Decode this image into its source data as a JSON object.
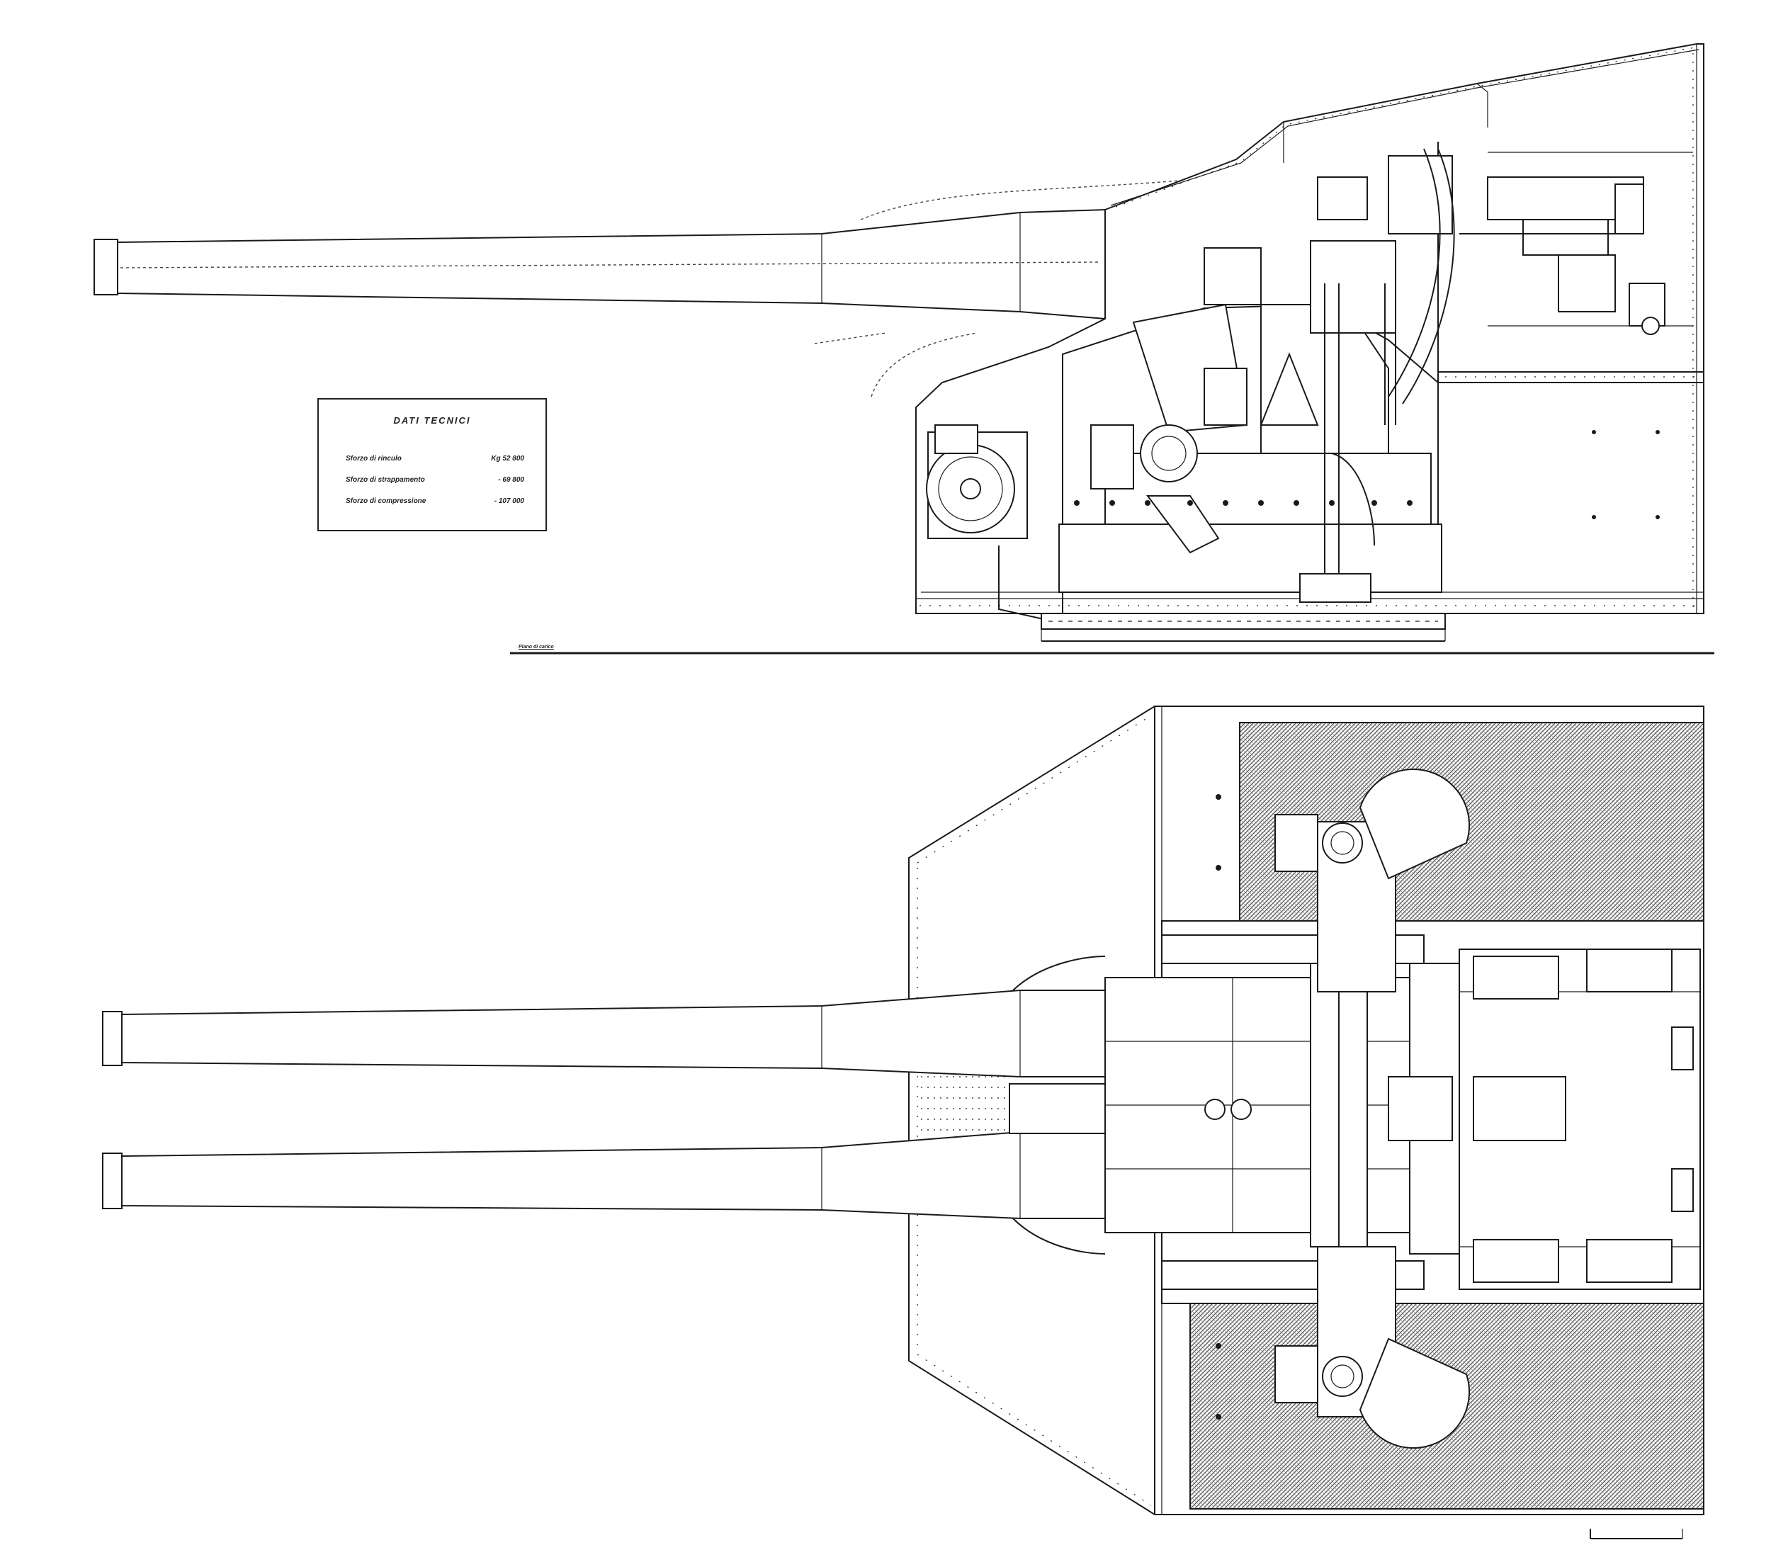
{
  "tech_data": {
    "title": "DATI TECNICI",
    "rows": [
      {
        "label": "Sforzo di rinculo",
        "value": "Kg 52 800"
      },
      {
        "label": "Sforzo di strappamento",
        "value": "- 69 800"
      },
      {
        "label": "Sforzo di compressione",
        "value": "- 107 000"
      }
    ]
  },
  "reference_label": "Piano di carico",
  "colors": {
    "ink": "#1a1a1a",
    "paper": "#ffffff",
    "hatch": "#555555"
  }
}
